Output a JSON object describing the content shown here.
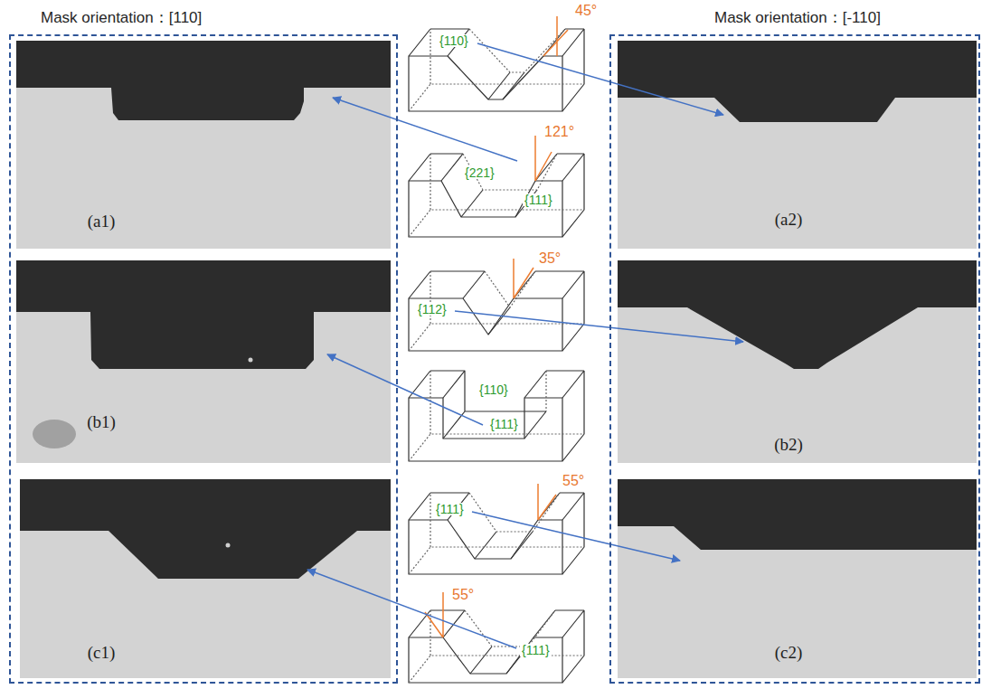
{
  "diagram": {
    "nodes": [
      {
        "text": [
          "Mask orientation：[110]"
        ]
      },
      {
        "text": [
          "(a1)"
        ],
        "in": 0
      },
      {
        "text": [
          "(b1)"
        ],
        "in": 0
      },
      {
        "text": [
          "(c1)"
        ],
        "in": 0
      },
      {
        "text": [
          "Mask orientation：[-110]"
        ]
      },
      {
        "text": [
          "(a2)"
        ],
        "in": 4
      },
      {
        "text": [
          "(b2)"
        ],
        "in": 4
      },
      {
        "text": [
          "(c2)"
        ],
        "in": 4
      }
    ],
    "labels": [
      "45°",
      "{110}",
      "121°",
      "{221}",
      "{111}",
      "{112}",
      "35°",
      "{110}",
      "{111}",
      "55°",
      "{111}",
      "55°",
      "{111}"
    ]
  }
}
